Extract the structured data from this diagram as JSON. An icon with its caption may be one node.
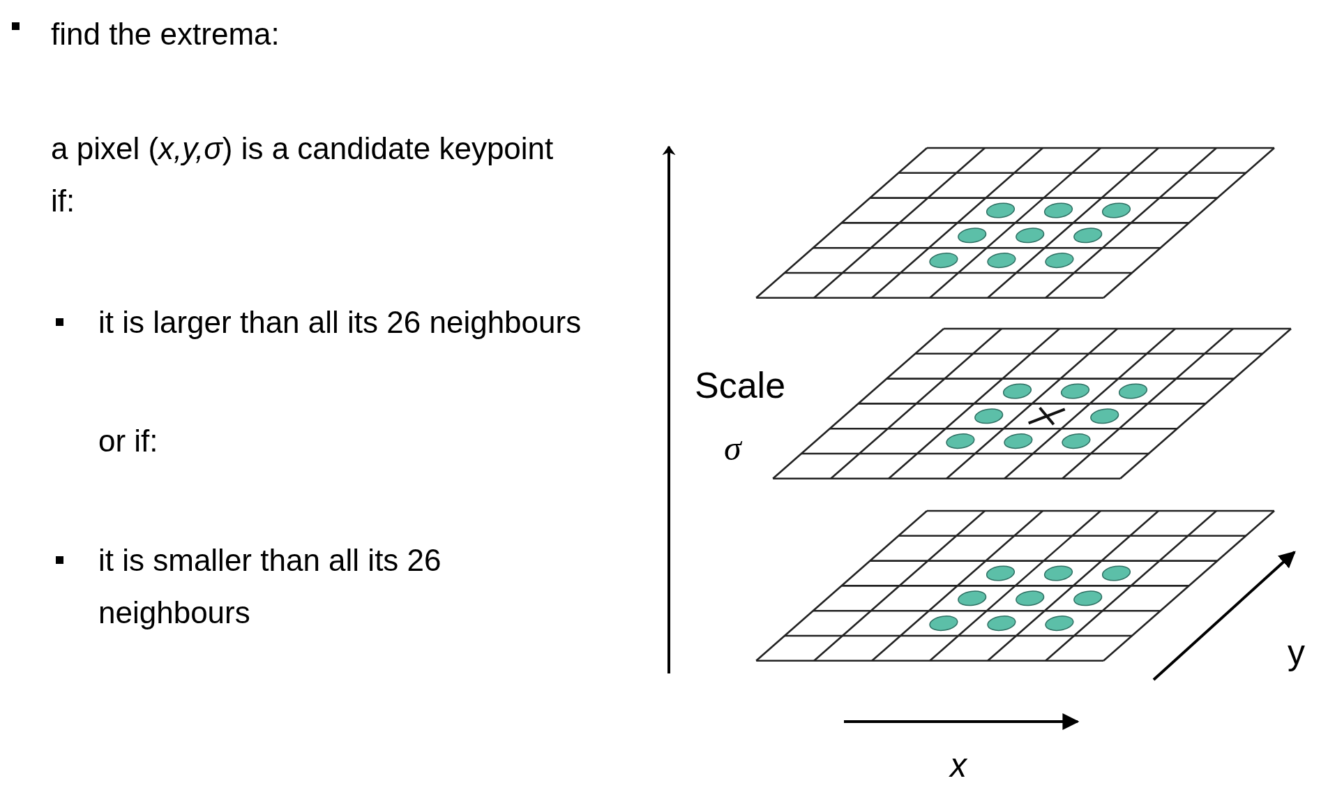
{
  "diagram": {
    "labels": [
      "find the extrema:",
      "a pixel (*x,y,σ*) is a candidate keypoint if:",
      "it is larger than all its 26 neighbours",
      "or if:",
      "it is smaller than all its 26 neighbours",
      "Scale",
      "σ",
      "x",
      "y"
    ]
  }
}
